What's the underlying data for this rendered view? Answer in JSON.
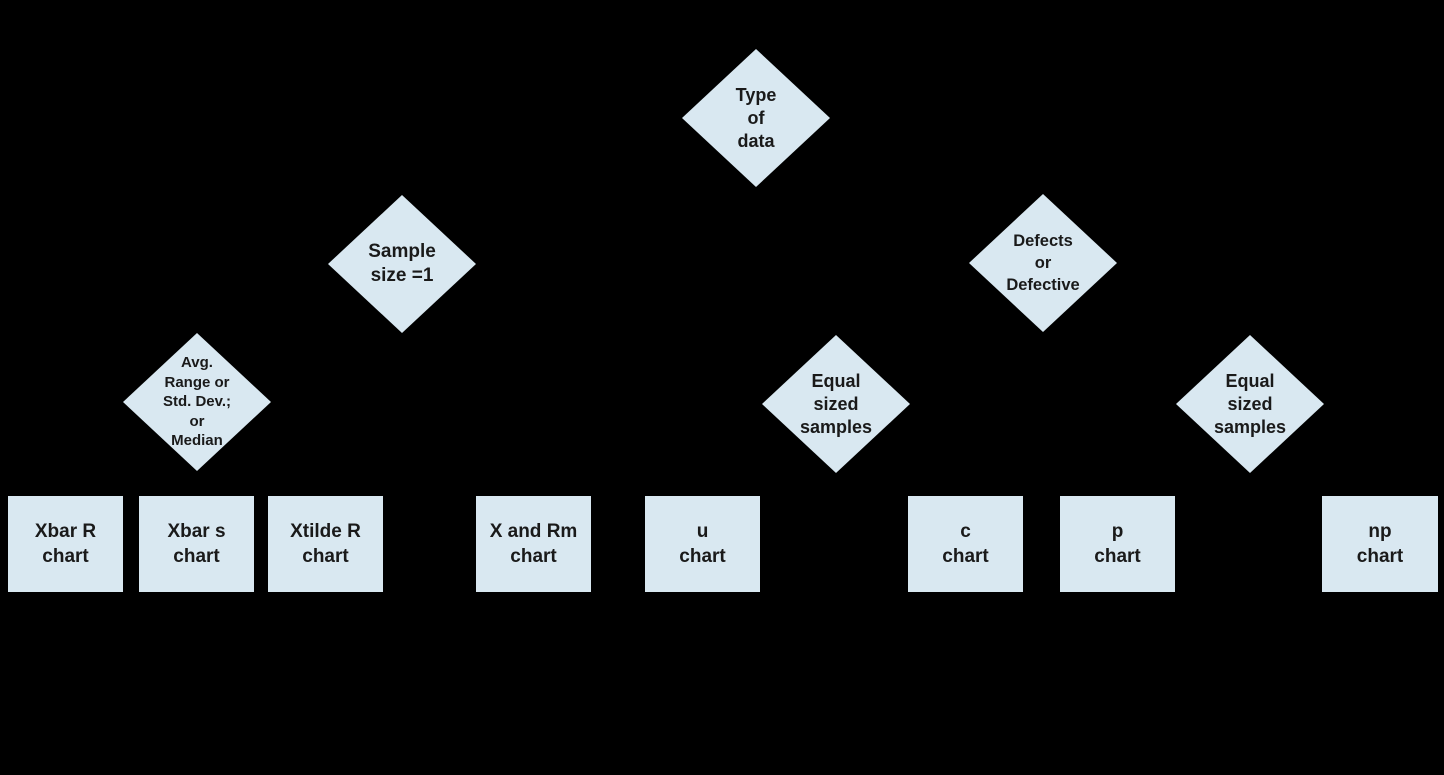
{
  "canvas": {
    "background_color": "#000000",
    "node_fill_color": "#d9e8f1",
    "node_text_color": "#1a1a1a"
  },
  "diagram": {
    "decisions": [
      {
        "id": "type-of-data",
        "label": "Type\nof\ndata"
      },
      {
        "id": "sample-size",
        "label": "Sample\nsize =1"
      },
      {
        "id": "avg-range-std-dev-median",
        "label": "Avg.\nRange or\nStd. Dev.;\nor\nMedian"
      },
      {
        "id": "defects-or-defective",
        "label": "Defects\nor\nDefective"
      },
      {
        "id": "equal-sized-samples-left",
        "label": "Equal\nsized\nsamples"
      },
      {
        "id": "equal-sized-samples-right",
        "label": "Equal\nsized\nsamples"
      }
    ],
    "charts": [
      {
        "id": "xbar-r-chart",
        "label": "Xbar R\nchart"
      },
      {
        "id": "xbar-s-chart",
        "label": "Xbar s\nchart"
      },
      {
        "id": "xtilde-r-chart",
        "label": "Xtilde R\nchart"
      },
      {
        "id": "x-and-rm-chart",
        "label": "X and Rm\nchart"
      },
      {
        "id": "u-chart",
        "label": "u\nchart"
      },
      {
        "id": "c-chart",
        "label": "c\nchart"
      },
      {
        "id": "p-chart",
        "label": "p\nchart"
      },
      {
        "id": "np-chart",
        "label": "np\nchart"
      }
    ]
  }
}
